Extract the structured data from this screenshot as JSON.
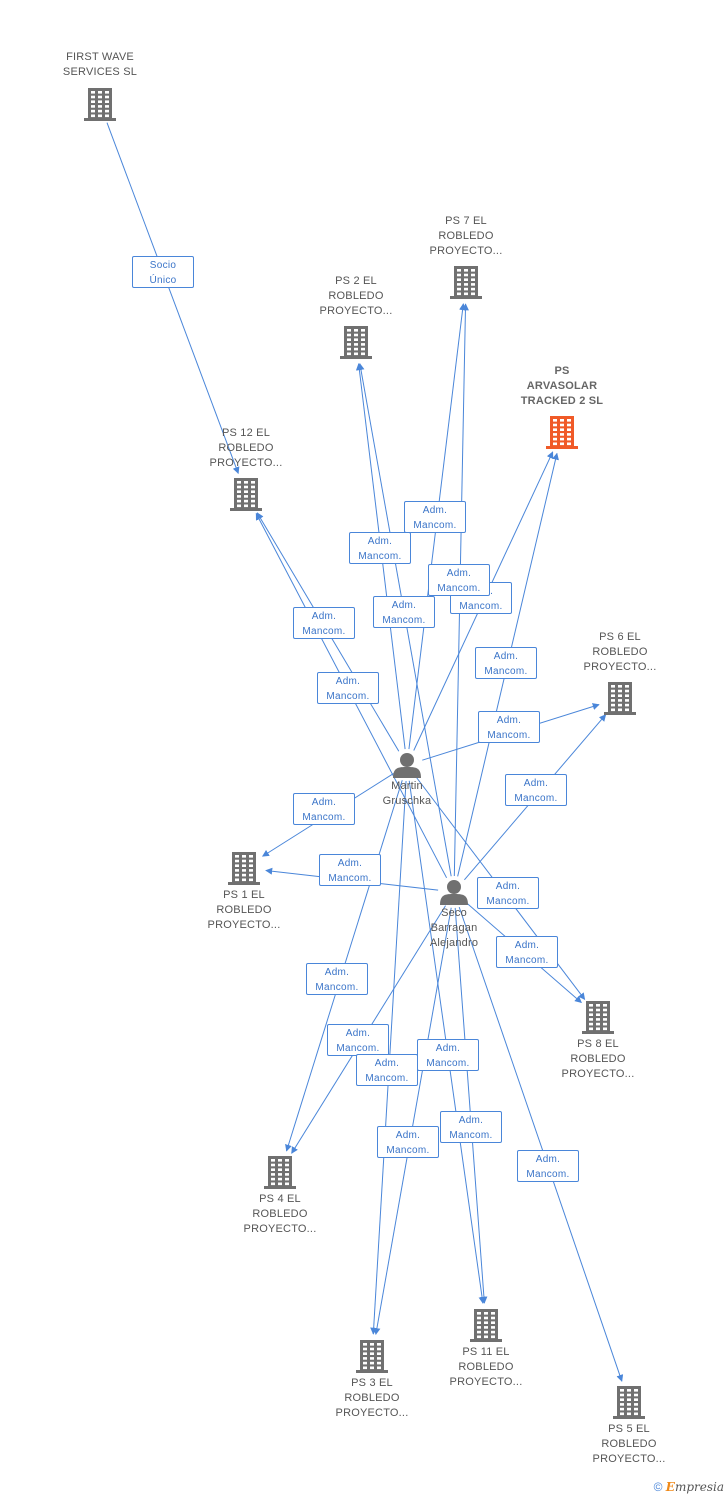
{
  "nodes": {
    "firstwave": {
      "label": "FIRST WAVE\nSERVICES SL",
      "type": "company"
    },
    "ps7": {
      "label": "PS 7 EL\nROBLEDO\nPROYECTO...",
      "type": "company"
    },
    "ps2": {
      "label": "PS 2 EL\nROBLEDO\nPROYECTO...",
      "type": "company"
    },
    "arvasolar": {
      "label": "PS\nARVASOLAR\nTRACKED 2 SL",
      "type": "company-main"
    },
    "ps12": {
      "label": "PS 12 EL\nROBLEDO\nPROYECTO...",
      "type": "company"
    },
    "ps6": {
      "label": "PS 6 EL\nROBLEDO\nPROYECTO...",
      "type": "company"
    },
    "martin": {
      "label": "Martin\nGruschka",
      "type": "person"
    },
    "seco": {
      "label": "Seco\nBarragan\nAlejandro",
      "type": "person"
    },
    "ps1": {
      "label": "PS 1 EL\nROBLEDO\nPROYECTO...",
      "type": "company"
    },
    "ps8": {
      "label": "PS 8 EL\nROBLEDO\nPROYECTO...",
      "type": "company"
    },
    "ps4": {
      "label": "PS 4 EL\nROBLEDO\nPROYECTO...",
      "type": "company"
    },
    "ps11": {
      "label": "PS 11 EL\nROBLEDO\nPROYECTO...",
      "type": "company"
    },
    "ps3": {
      "label": "PS 3 EL\nROBLEDO\nPROYECTO...",
      "type": "company"
    },
    "ps5": {
      "label": "PS 5 EL\nROBLEDO\nPROYECTO...",
      "type": "company"
    }
  },
  "edges": [
    {
      "from": "firstwave",
      "to": "ps12",
      "label": "Socio\nÚnico"
    },
    {
      "from": "martin",
      "to": "ps12",
      "label": "Adm.\nMancom."
    },
    {
      "from": "seco",
      "to": "ps12",
      "label": "Adm.\nMancom."
    },
    {
      "from": "martin",
      "to": "ps2",
      "label": "Adm.\nMancom."
    },
    {
      "from": "seco",
      "to": "ps2",
      "label": "Adm.\nMancom."
    },
    {
      "from": "martin",
      "to": "ps7",
      "label": "Adm.\nMancom."
    },
    {
      "from": "seco",
      "to": "ps7",
      "label": "Adm.\nMancom."
    },
    {
      "from": "martin",
      "to": "arvasolar",
      "label": "Adm.\nMancom."
    },
    {
      "from": "seco",
      "to": "arvasolar",
      "label": "Adm.\nMancom."
    },
    {
      "from": "martin",
      "to": "ps6",
      "label": "Adm.\nMancom."
    },
    {
      "from": "seco",
      "to": "ps6",
      "label": "Adm.\nMancom."
    },
    {
      "from": "martin",
      "to": "ps1",
      "label": "Adm.\nMancom."
    },
    {
      "from": "seco",
      "to": "ps1",
      "label": "Adm.\nMancom."
    },
    {
      "from": "martin",
      "to": "ps8",
      "label": "Adm.\nMancom."
    },
    {
      "from": "seco",
      "to": "ps8",
      "label": "Adm.\nMancom."
    },
    {
      "from": "martin",
      "to": "ps4",
      "label": "Adm.\nMancom."
    },
    {
      "from": "seco",
      "to": "ps4",
      "label": "Adm.\nMancom."
    },
    {
      "from": "martin",
      "to": "ps3",
      "label": "Adm.\nMancom."
    },
    {
      "from": "seco",
      "to": "ps3",
      "label": "Adm.\nMancom."
    },
    {
      "from": "martin",
      "to": "ps11",
      "label": "Adm.\nMancom."
    },
    {
      "from": "seco",
      "to": "ps11",
      "label": "Adm.\nMancom."
    },
    {
      "from": "seco",
      "to": "ps5",
      "label": "Adm.\nMancom."
    }
  ],
  "footer": {
    "copyright": "©",
    "brand_initial": "E",
    "brand_rest": "mpresia"
  },
  "colors": {
    "edge": "#4a86d9",
    "company": "#707070",
    "company_main": "#f05a28",
    "person": "#707070"
  }
}
